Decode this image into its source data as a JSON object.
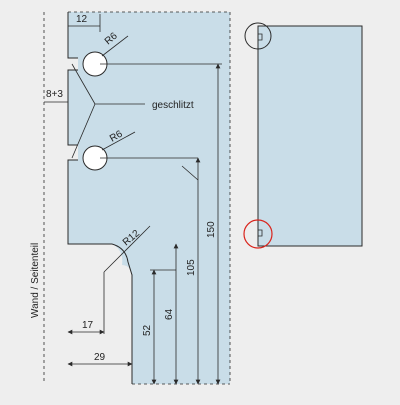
{
  "colors": {
    "background": "#eeeeee",
    "glass": "#c9dde8",
    "line": "#2a2a2a",
    "highlight": "#d9241c"
  },
  "labels": {
    "wall": "Wand / Seitenteil",
    "slotted": "geschlitzt"
  },
  "dimensions": {
    "top_width": "12",
    "radius_top": "R6",
    "radius_mid": "R6",
    "gap": "8+3",
    "radius_corner": "R12",
    "height_total": "150",
    "height_105": "105",
    "height_64": "64",
    "height_52": "52",
    "width_17": "17",
    "width_29": "29"
  }
}
